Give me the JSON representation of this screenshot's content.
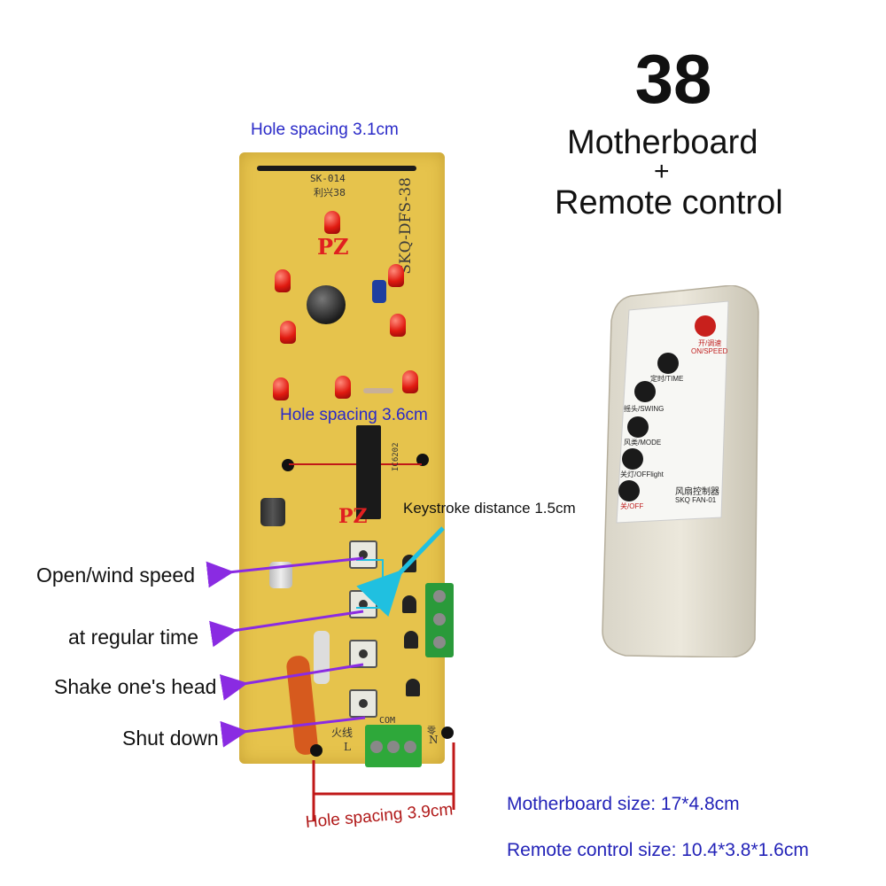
{
  "title": {
    "number": "38",
    "line1": "Motherboard",
    "plus": "+",
    "line2": "Remote control"
  },
  "annotations": {
    "hole_top": "Hole spacing 3.1cm",
    "hole_mid": "Hole spacing 3.6cm",
    "hole_bottom": "Hole spacing 3.9cm",
    "keystroke": "Keystroke distance 1.5cm"
  },
  "buttons": {
    "open_speed": "Open/wind speed",
    "regular_time": "at regular time",
    "shake_head": "Shake one's head",
    "shut_down": "Shut down"
  },
  "sizes": {
    "motherboard": "Motherboard size: 17*4.8cm",
    "remote": "Remote control size: 10.4*3.8*1.6cm"
  },
  "board_print": {
    "model_code": "SK-014",
    "brand": "利兴38",
    "side_code": "SKQ-DFS-38",
    "pz_top": "PZ",
    "pz_bottom": "PZ",
    "ic": "IC6202",
    "fire_line": "火线",
    "L": "L",
    "com": "COM",
    "N": "N",
    "neutral": "零"
  },
  "remote_print": {
    "btn1_cn": "开/调速",
    "btn1_en": "ON/SPEED",
    "btn2": "定时/TIME",
    "btn3": "摇头/SWING",
    "btn4": "风类/MODE",
    "btn5": "关灯/OFFlight",
    "btn6": "关/OFF",
    "name_cn": "风扇控制器",
    "model": "SKQ FAN-01"
  },
  "colors": {
    "label_blue": "#2a2ac8",
    "arrow_purple": "#8a2be2",
    "dim_red": "#c01818",
    "keystroke_arrow": "#20c0e0"
  }
}
